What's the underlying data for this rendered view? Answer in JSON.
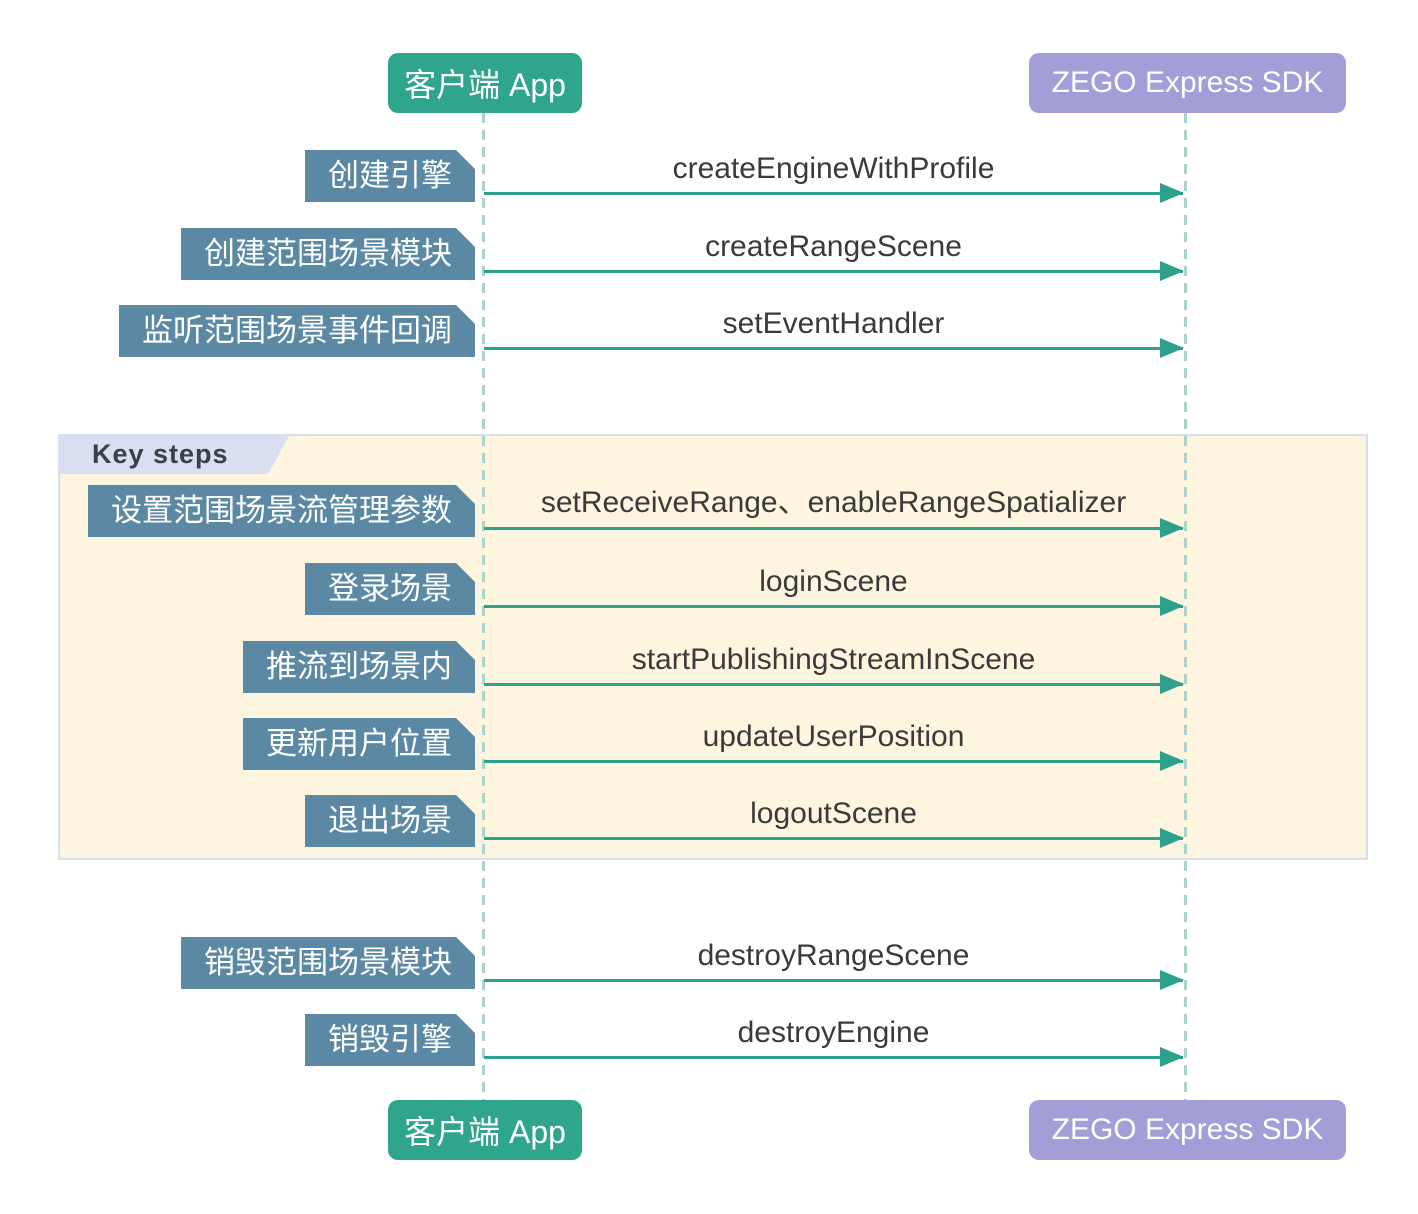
{
  "actors": {
    "client": {
      "label": "客户端 App"
    },
    "sdk": {
      "label": "ZEGO Express SDK"
    }
  },
  "key_steps": {
    "label": "Key steps"
  },
  "rows": [
    {
      "step": "创建引擎",
      "message": "createEngineWithProfile",
      "in_key_steps": false
    },
    {
      "step": "创建范围场景模块",
      "message": "createRangeScene",
      "in_key_steps": false
    },
    {
      "step": "监听范围场景事件回调",
      "message": "setEventHandler",
      "in_key_steps": false
    },
    {
      "step": "设置范围场景流管理参数",
      "message": "setReceiveRange、enableRangeSpatializer",
      "in_key_steps": true
    },
    {
      "step": "登录场景",
      "message": "loginScene",
      "in_key_steps": true
    },
    {
      "step": "推流到场景内",
      "message": "startPublishingStreamInScene",
      "in_key_steps": true
    },
    {
      "step": "更新用户位置",
      "message": "updateUserPosition",
      "in_key_steps": true
    },
    {
      "step": "退出场景",
      "message": "logoutScene",
      "in_key_steps": true
    },
    {
      "step": "销毁范围场景模块",
      "message": "destroyRangeScene",
      "in_key_steps": false
    },
    {
      "step": "销毁引擎",
      "message": "destroyEngine",
      "in_key_steps": false
    }
  ],
  "colors": {
    "client_actor": "#2FA58C",
    "sdk_actor": "#A39DD8",
    "step_box": "#5B89A4",
    "arrow": "#2DA18B",
    "lifeline": "#A8D4CC",
    "key_steps_bg": "#FDF5DF",
    "key_steps_border": "#D9DEEF",
    "key_steps_label_bg": "#D9DFF0",
    "message_text": "#3A3A3C"
  }
}
